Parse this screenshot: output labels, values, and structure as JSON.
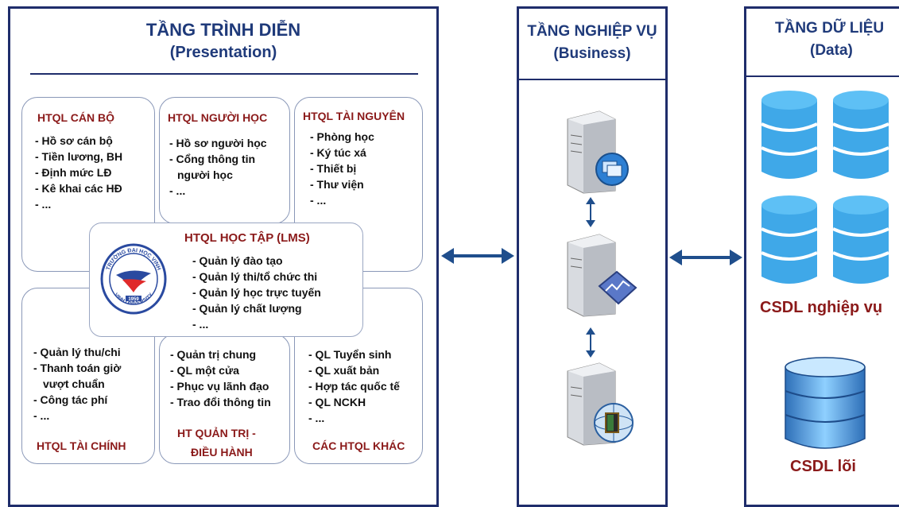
{
  "presentation": {
    "title": "TẦNG TRÌNH DIỄN",
    "subtitle": "(Presentation)",
    "boxes": {
      "can_bo": {
        "title": "HTQL CÁN BỘ",
        "items": [
          "- Hồ sơ cán bộ",
          "- Tiền lương, BH",
          "- Định mức LĐ",
          "- Kê khai các HĐ",
          "- ..."
        ]
      },
      "nguoi_hoc": {
        "title": "HTQL NGƯỜI HỌC",
        "items": [
          "- Hồ sơ người học",
          "- Cổng thông tin",
          "  người học",
          "- ..."
        ]
      },
      "tai_nguyen": {
        "title": "HTQL TÀI NGUYÊN",
        "items": [
          "- Phòng học",
          "- Ký túc xá",
          "- Thiết bị",
          "- Thư viện",
          "- ..."
        ]
      },
      "lms": {
        "title": "HTQL HỌC TẬP (LMS)",
        "items": [
          "- Quản lý đào tạo",
          "- Quản lý thi/tổ chức thi",
          "- Quản lý học trực tuyến",
          "- Quản lý chất lượng",
          "- ..."
        ]
      },
      "tai_chinh": {
        "title": "HTQL TÀI CHÍNH",
        "items": [
          "- Quản lý thu/chi",
          "- Thanh toán giờ",
          "  vượt chuẩn",
          "- Công tác phí",
          "- ..."
        ]
      },
      "quan_tri": {
        "title_line1": "HT QUẢN TRỊ -",
        "title_line2": "ĐIỀU HÀNH",
        "items": [
          "- Quản trị chung",
          "- QL một cửa",
          "- Phục vụ lãnh đạo",
          "- Trao đổi thông tin"
        ]
      },
      "khac": {
        "title": "CÁC HTQL KHÁC",
        "items": [
          "- QL Tuyển sinh",
          "- QL xuất bản",
          "- Hợp tác quốc tế",
          "- QL NCKH",
          "- ..."
        ]
      }
    },
    "logo": {
      "top_text": "TRƯỜNG ĐẠI HỌC VINH",
      "bottom_text": "VINH UNIVERSITY",
      "year": "1959"
    }
  },
  "business": {
    "title": "TẦNG NGHIỆP VỤ",
    "subtitle": "(Business)"
  },
  "data_layer": {
    "title": "TẦNG DỮ LIỆU",
    "subtitle": "(Data)",
    "business_db_label": "CSDL nghiệp vụ",
    "core_db_label": "CSDL lõi"
  },
  "colors": {
    "frame": "#1f2d6b",
    "title_blue": "#1f3a7a",
    "box_title_red": "#8b1a1a",
    "arrow": "#1f4e8c",
    "db_blue": "#3fa8e8"
  }
}
